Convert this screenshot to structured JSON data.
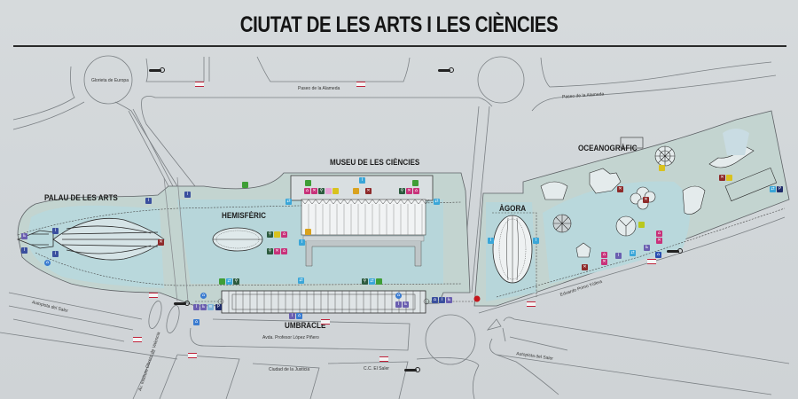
{
  "title": "CIUTAT DE LES ARTS I LES CIÈNCIES",
  "colors": {
    "background": "#d3d7da",
    "water": "#b7d6da",
    "park": "#c3d4d0",
    "road_line": "#7b8084",
    "title_text": "#151515",
    "icon_blue": "#3aa6d8",
    "icon_navy": "#3a4f9e",
    "icon_purple": "#6a5fb0",
    "icon_magenta": "#c8327a",
    "icon_darkred": "#8e2a2a",
    "icon_green": "#3f9e36",
    "icon_darkgreen": "#2c5b3e",
    "icon_yellow": "#d9c21e",
    "emt_red": "#c0223a",
    "entrance_red": "#c4161c"
  },
  "buildings": {
    "palau": "PALAU DE LES ARTS",
    "hemisferic": "HEMISFÈRIC",
    "museu": "MUSEU DE LES CIÈNCIES",
    "agora": "ÀGORA",
    "oceanografic": "OCEANOGRÀFIC",
    "umbracle": "UMBRACLE"
  },
  "streets": {
    "glorieta": "Glorieta de Europa",
    "alameda_1": "Paseo de la Alameda",
    "alameda_2": "Paseo de la Alameda",
    "autopista_1": "Autopista del Saler",
    "autopista_2": "Autopista del Saler",
    "lopez_pinero": "Avda. Profesor López Piñero",
    "ciudad_justicia": "Ciudad de la Justicia",
    "cc_saler": "C.C. El Saler",
    "instituto_obrero": "Av. Instituto Obrero de Valencia",
    "eduardo_primo": "Eduardo Primo Yúfera"
  },
  "legend_icons": {
    "emt": "emt-bus-stop-icon",
    "valenbisi": "valenbisi-bike-icon",
    "parking": "parking-icon",
    "accessible": "wheelchair-icon",
    "info": "info-icon",
    "restaurant": "restaurant-icon",
    "toilets": "toilets-icon",
    "shop": "shop-icon",
    "entrance": "entrance-icon"
  },
  "icon_glyphs": {
    "parking": "P",
    "info": "i",
    "accessible": "♿",
    "restaurant": "✕",
    "toilets": "⚲",
    "shop": "⌂",
    "wifi": "≋",
    "arrow": "⇄"
  }
}
